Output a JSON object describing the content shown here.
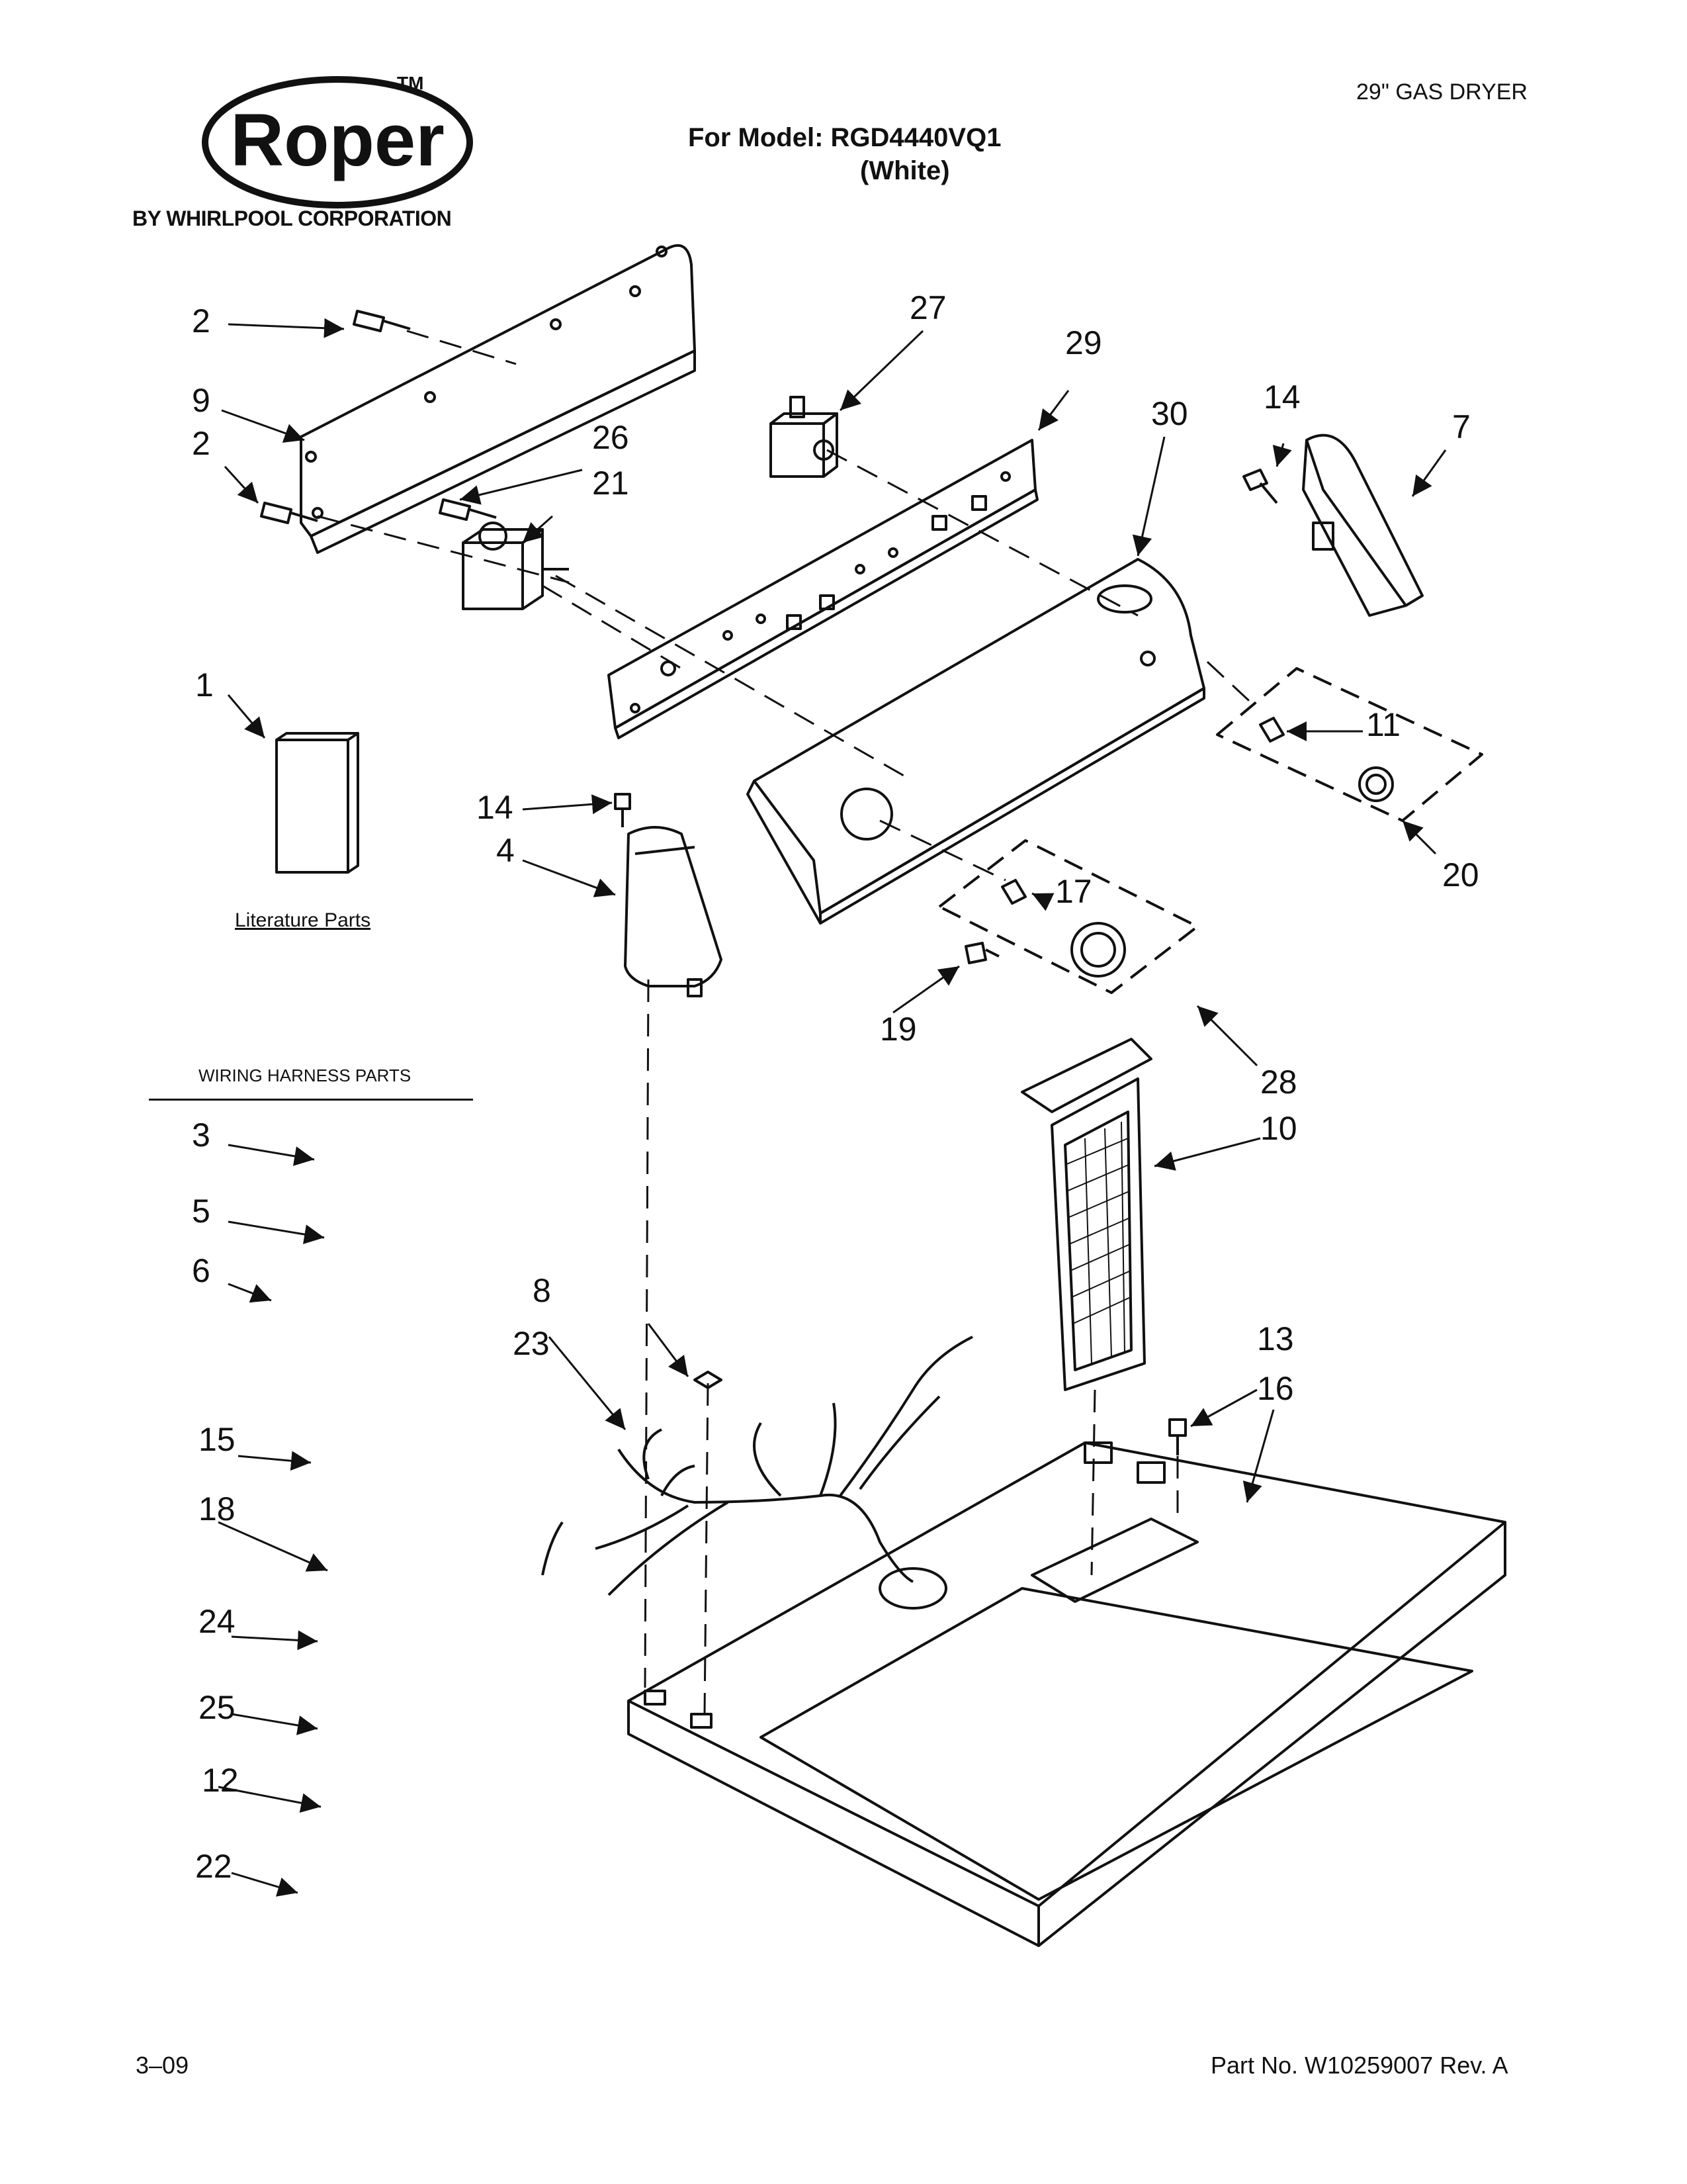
{
  "header": {
    "brand": "Roper",
    "trademark": "TM",
    "brand_tagline": "BY WHIRLPOOL CORPORATION",
    "model_line": "For Model: RGD4440VQ1",
    "model_color": "(White)",
    "product_type": "29\" GAS DRYER"
  },
  "sections": {
    "literature_label": "Literature Parts",
    "wiring_harness_label": "WIRING HARNESS PARTS"
  },
  "callouts": {
    "c1": "1",
    "c2a": "2",
    "c2b": "2",
    "c3": "3",
    "c4": "4",
    "c5": "5",
    "c6": "6",
    "c7": "7",
    "c8": "8",
    "c9": "9",
    "c10": "10",
    "c11": "11",
    "c12": "12",
    "c13": "13",
    "c14a": "14",
    "c14b": "14",
    "c15": "15",
    "c16": "16",
    "c17": "17",
    "c18": "18",
    "c19": "19",
    "c20": "20",
    "c21": "21",
    "c22": "22",
    "c23": "23",
    "c24": "24",
    "c25": "25",
    "c26": "26",
    "c27": "27",
    "c28": "28",
    "c29": "29",
    "c30": "30"
  },
  "footer": {
    "date": "3–09",
    "part_number": "Part No. W10259007 Rev. A"
  }
}
